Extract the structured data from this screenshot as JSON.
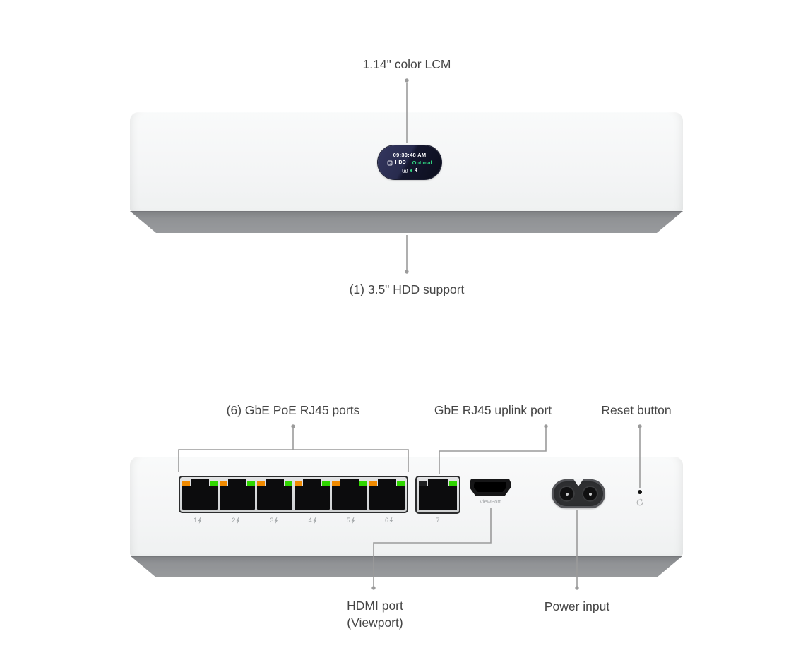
{
  "front_view": {
    "lcm_label": "1.14\" color LCM",
    "hdd_label": "(1) 3.5\" HDD support",
    "display": {
      "time": "09:30:48 AM",
      "storage_label": "HDD",
      "storage_status": "Optimal",
      "camera_count": "4"
    }
  },
  "back_view": {
    "poe_ports_label": "(6) GbE PoE RJ45 ports",
    "uplink_label": "GbE RJ45 uplink port",
    "reset_label": "Reset button",
    "hdmi_label_line1": "HDMI port",
    "hdmi_label_line2": "(Viewport)",
    "power_label": "Power input",
    "viewport_port_label": "ViewPort",
    "poe_port_numbers": [
      "1",
      "2",
      "3",
      "4",
      "5",
      "6"
    ],
    "uplink_port_number": "7"
  },
  "colors": {
    "led_orange": "#f08a00",
    "led_green": "#2fd500",
    "status_green": "#2fd580",
    "leader_line": "#9b9b9b",
    "label_text": "#454545"
  }
}
